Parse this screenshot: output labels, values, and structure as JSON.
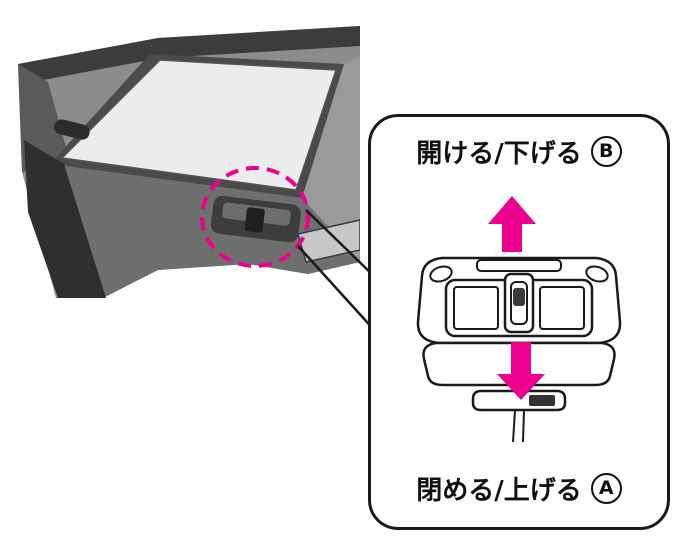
{
  "callout": {
    "top_label": "開ける/下げる",
    "top_badge": "B",
    "bottom_label": "閉める/上げる",
    "bottom_badge": "A"
  },
  "colors": {
    "accent": "#ec008c",
    "line": "#1a1a1a"
  },
  "icons": {
    "up_arrow": "thick-up-arrow",
    "down_arrow": "thick-down-arrow",
    "highlight": "dashed-circle"
  }
}
